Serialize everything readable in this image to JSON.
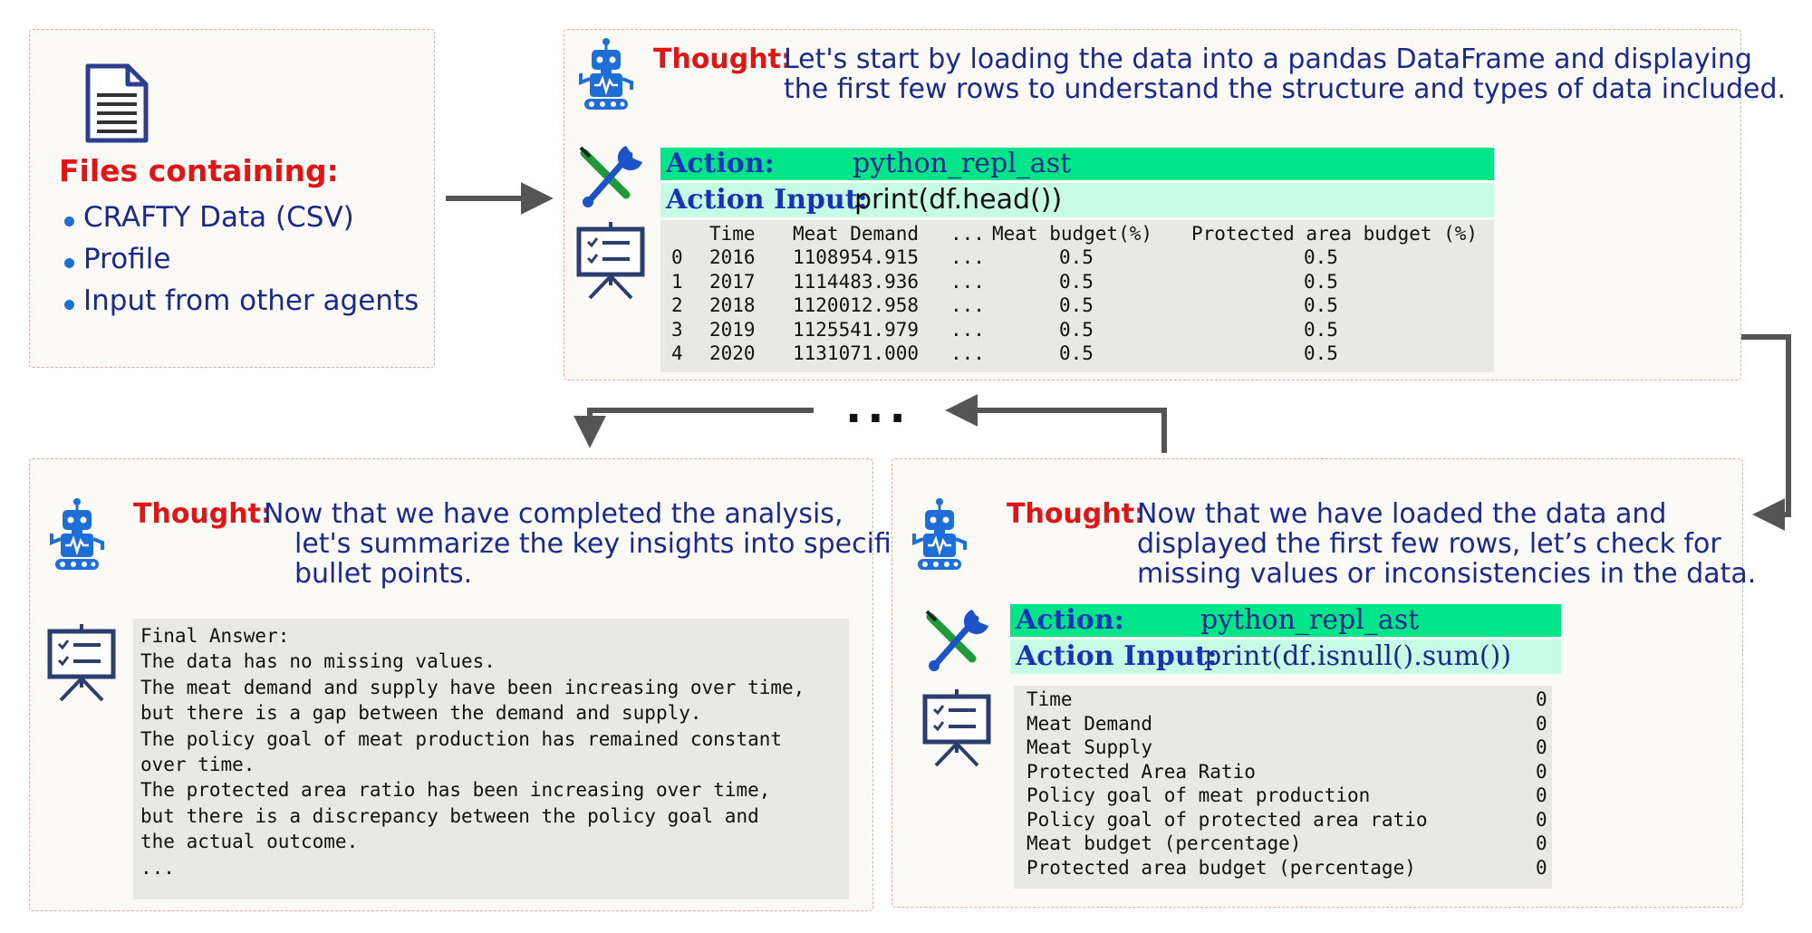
{
  "files_panel": {
    "title": "Files containing:",
    "items": [
      "CRAFTY Data (CSV)",
      "Profile",
      "Input from other agents"
    ]
  },
  "step1": {
    "thought_label": "Thought:",
    "thought_lines": [
      "Let's start by loading the data into a pandas DataFrame and displaying",
      "the first few rows to understand the structure and types of data included."
    ],
    "action_label": "Action:",
    "action_value": "python_repl_ast",
    "input_label": "Action Input:",
    "input_value": "print(df.head())",
    "table_header": [
      "Time",
      "Meat Demand",
      "...",
      "Meat budget(%)",
      "Protected area budget (%)"
    ],
    "table_rows": [
      [
        "0",
        "2016",
        "1108954.915",
        "...",
        "0.5",
        "0.5"
      ],
      [
        "1",
        "2017",
        "1114483.936",
        "...",
        "0.5",
        "0.5"
      ],
      [
        "2",
        "2018",
        "1120012.958",
        "...",
        "0.5",
        "0.5"
      ],
      [
        "3",
        "2019",
        "1125541.979",
        "...",
        "0.5",
        "0.5"
      ],
      [
        "4",
        "2020",
        "1131071.000",
        "...",
        "0.5",
        "0.5"
      ]
    ]
  },
  "ellipsis": "...",
  "step2": {
    "thought_label": "Thought:",
    "thought_lines": [
      "Now that we have loaded the data and",
      "displayed the first few rows, let’s check for",
      "missing values or inconsistencies in the data."
    ],
    "action_label": "Action:",
    "action_value": "python_repl_ast",
    "input_label": "Action Input:",
    "input_value": "print(df.isnull().sum())",
    "null_rows": [
      [
        "Time",
        "0"
      ],
      [
        "Meat Demand",
        "0"
      ],
      [
        "Meat Supply",
        "0"
      ],
      [
        "Protected Area Ratio",
        "0"
      ],
      [
        "Policy goal of meat production",
        "0"
      ],
      [
        "Policy goal of protected area ratio",
        "0"
      ],
      [
        "Meat budget (percentage)",
        "0"
      ],
      [
        "Protected area budget (percentage)",
        "0"
      ]
    ]
  },
  "step3": {
    "thought_label": "Thought:",
    "thought_lines": [
      "Now that we have completed the analysis,",
      "let's summarize the key insights into specific",
      "bullet points."
    ],
    "final_lines": [
      "Final Answer:",
      "The data has no missing values.",
      "The meat demand and supply have been increasing over time,",
      "but there is a gap between the demand and supply.",
      "The policy goal of meat production has remained constant",
      "over time.",
      "The protected area ratio has been increasing over time,",
      "but there is a discrepancy between the policy goal and",
      "the actual outcome.",
      "..."
    ]
  },
  "colors": {
    "thought_label": "#e01515",
    "text_blue": "#1a2a8a",
    "action_green": "#00e58a",
    "input_green": "#c8fbe6",
    "panel_border": "#e8aaa6",
    "icon_blue": "#1e6ed8",
    "arrow_gray": "#555555"
  },
  "icons": [
    "document-icon",
    "robot-icon",
    "tools-icon",
    "presentation-board-icon"
  ]
}
